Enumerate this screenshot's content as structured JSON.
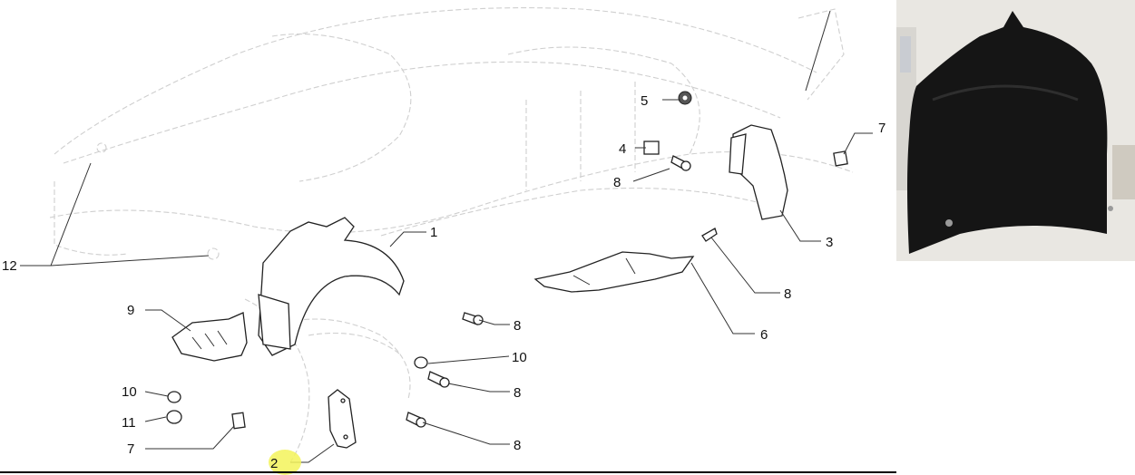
{
  "diagram": {
    "callouts": [
      {
        "id": "c1",
        "label": "1"
      },
      {
        "id": "c2",
        "label": "2",
        "highlight": "#f3f35a"
      },
      {
        "id": "c3",
        "label": "3"
      },
      {
        "id": "c4",
        "label": "4"
      },
      {
        "id": "c5",
        "label": "5"
      },
      {
        "id": "c6",
        "label": "6"
      },
      {
        "id": "c7a",
        "label": "7"
      },
      {
        "id": "c7b",
        "label": "7"
      },
      {
        "id": "c8a",
        "label": "8"
      },
      {
        "id": "c8b",
        "label": "8"
      },
      {
        "id": "c8c",
        "label": "8"
      },
      {
        "id": "c8d",
        "label": "8"
      },
      {
        "id": "c8e",
        "label": "8"
      },
      {
        "id": "c9",
        "label": "9"
      },
      {
        "id": "c10a",
        "label": "10"
      },
      {
        "id": "c10b",
        "label": "10"
      },
      {
        "id": "c11",
        "label": "11"
      },
      {
        "id": "c12",
        "label": "12"
      }
    ]
  },
  "photo": {
    "background_color": "#e9e7e2",
    "part_color": "#151515"
  }
}
